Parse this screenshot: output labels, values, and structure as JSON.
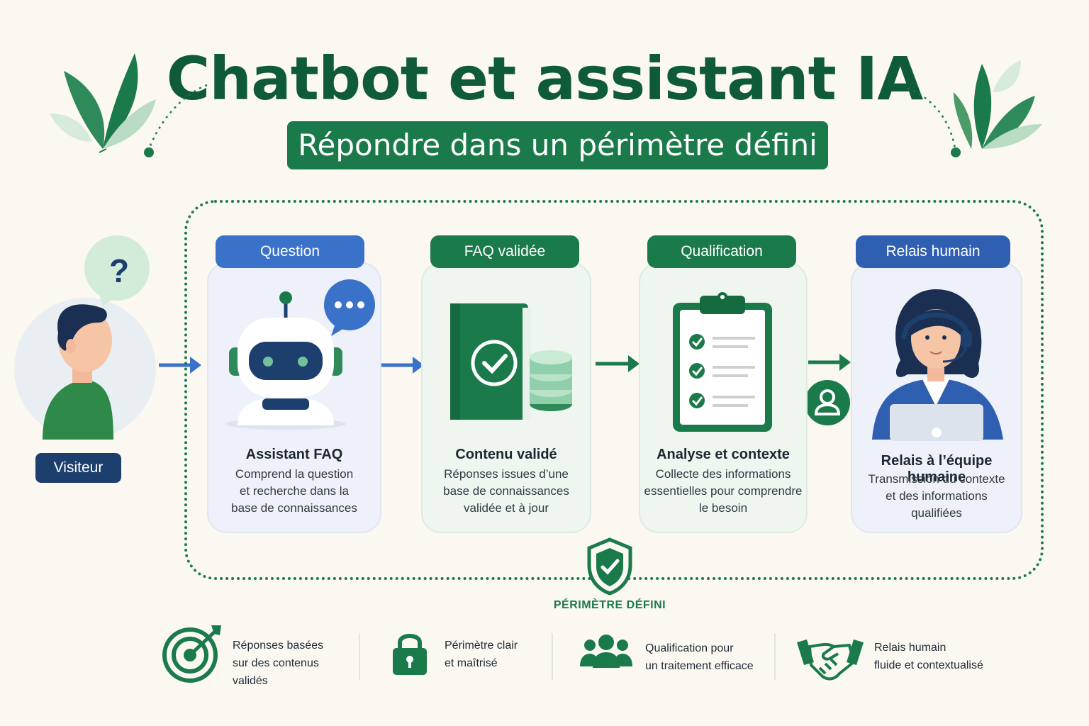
{
  "title": "Chatbot et assistant IA",
  "subtitle": "Répondre dans un périmètre défini",
  "visitor": {
    "label": "Visiteur",
    "question_mark": "?"
  },
  "steps": [
    {
      "tag": "Question",
      "title": "Assistant FAQ",
      "desc": [
        "Comprend la question",
        "et recherche dans la",
        "base de connaissances"
      ]
    },
    {
      "tag": "FAQ validée",
      "title": "Contenu validé",
      "desc": [
        "Réponses issues d’une",
        "base de connaissances",
        "validée et à jour"
      ]
    },
    {
      "tag": "Qualification",
      "title": "Analyse et contexte",
      "desc": [
        "Collecte des informations",
        "essentielles pour comprendre",
        "le besoin"
      ]
    },
    {
      "tag": "Relais humain",
      "title": "Relais à l’équipe humaine",
      "desc": [
        "Transmission du contexte",
        "et des informations",
        "qualifiées"
      ]
    }
  ],
  "perimeter_label": "PÉRIMÈTRE DÉFINI",
  "features": [
    {
      "icon": "target-icon",
      "lines": [
        "Réponses basées",
        "sur des contenus",
        "validés"
      ]
    },
    {
      "icon": "padlock-icon",
      "lines": [
        "Périmètre clair",
        "et maîtrisé"
      ]
    },
    {
      "icon": "group-icon",
      "lines": [
        "Qualification pour",
        "un traitement efficace"
      ]
    },
    {
      "icon": "handshake-icon",
      "lines": [
        "Relais humain",
        "fluide et contextualisé"
      ]
    }
  ],
  "colors": {
    "green": "#1b7a4a",
    "dark_green": "#0f5a3a",
    "blue": "#3a72c9",
    "navy": "#1d3f6e",
    "background": "#fbf8f1"
  }
}
